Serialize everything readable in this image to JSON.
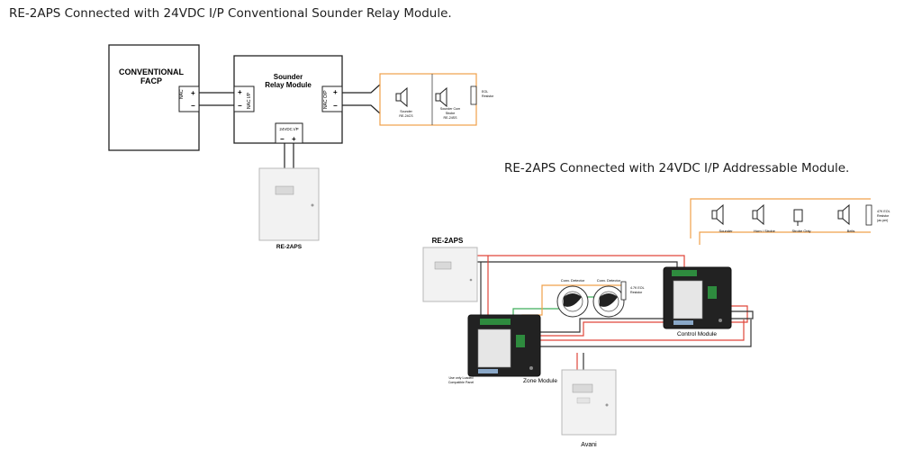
{
  "top": {
    "title": "RE-2APS Connected with 24VDC I/P Conventional Sounder Relay Module.",
    "facp": [
      "CONVENTIONAL",
      "FACP"
    ],
    "facp_terminal": "NAC",
    "relay_module": [
      "Sounder",
      "Relay Module"
    ],
    "relay_in_terminal": "NAC I/P",
    "relay_out_terminal": "NAC O/P",
    "power_terminal": "24VDC I/P",
    "plus": "+",
    "minus": "−",
    "sounder_label": [
      "Sounder",
      "RE-24CS"
    ],
    "sounder_strobe_label": [
      "Sounder Cum",
      "Strobe",
      "RE-24SS"
    ],
    "eol_label": [
      "EOL",
      "Resistor"
    ],
    "psu_label": "RE-2APS"
  },
  "bottom": {
    "title": "RE-2APS Connected with 24VDC I/P Addressable Module.",
    "psu_label": "RE-2APS",
    "devices": [
      "Sounder",
      "Horn / Strobe",
      "Strobe Only",
      "Bells"
    ],
    "eol_label": [
      "47K EOL",
      "Resistor",
      "(as per)"
    ],
    "detectors": [
      "Conv. Detector",
      "Conv. Detector"
    ],
    "detector_eol": [
      "4.7K EOL",
      "Resistor"
    ],
    "control_module": "Control Module",
    "zone_module": "Zone Module",
    "zone_note": [
      "Use only Loaded",
      "Compatible Panel"
    ],
    "panel_label": "Avani"
  },
  "colors": {
    "red_wire": "#e0463a",
    "black_wire": "#333333",
    "orange_wire": "#f0a04a",
    "green_wire": "#3fae5a",
    "module_body": "#222222",
    "terminal_green": "#2e8b3e"
  }
}
